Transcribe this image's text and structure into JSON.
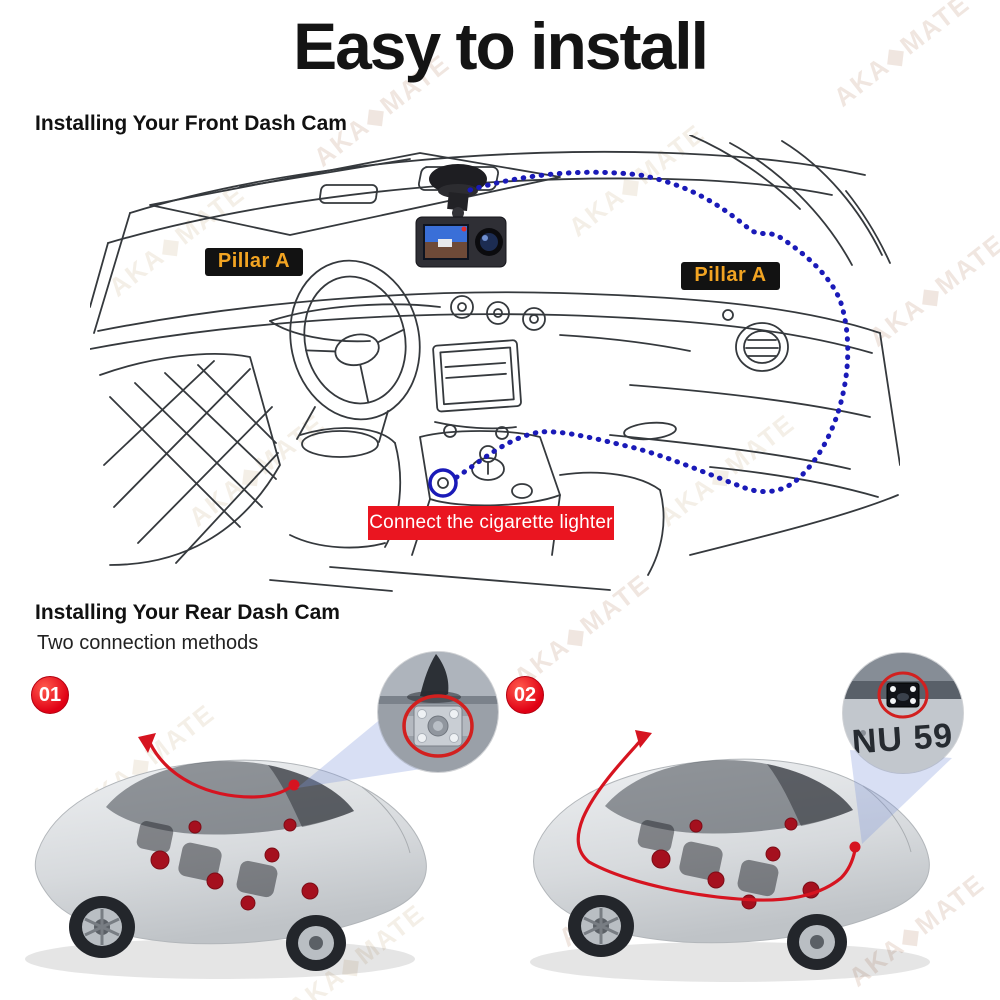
{
  "watermark": {
    "text": "AKA◆MATE"
  },
  "header": {
    "title": "Easy to install"
  },
  "front_section": {
    "heading": "Installing Your Front Dash Cam",
    "pillar_label_left": "Pillar A",
    "pillar_label_right": "Pillar A",
    "connect_label": "Connect the cigarette lighter"
  },
  "rear_section": {
    "heading": "Installing Your Rear Dash Cam",
    "subheading": "Two connection methods",
    "methods": [
      {
        "number": "01"
      },
      {
        "number": "02"
      }
    ],
    "license_plate_text": "NU 59"
  },
  "colors": {
    "cable_blue": "#1a1ab8",
    "cable_red": "#d61420",
    "label_red": "#ea1520",
    "badge_red": "#e00014",
    "pillar_badge_bg": "#121212",
    "pillar_badge_text": "#f2a422"
  }
}
